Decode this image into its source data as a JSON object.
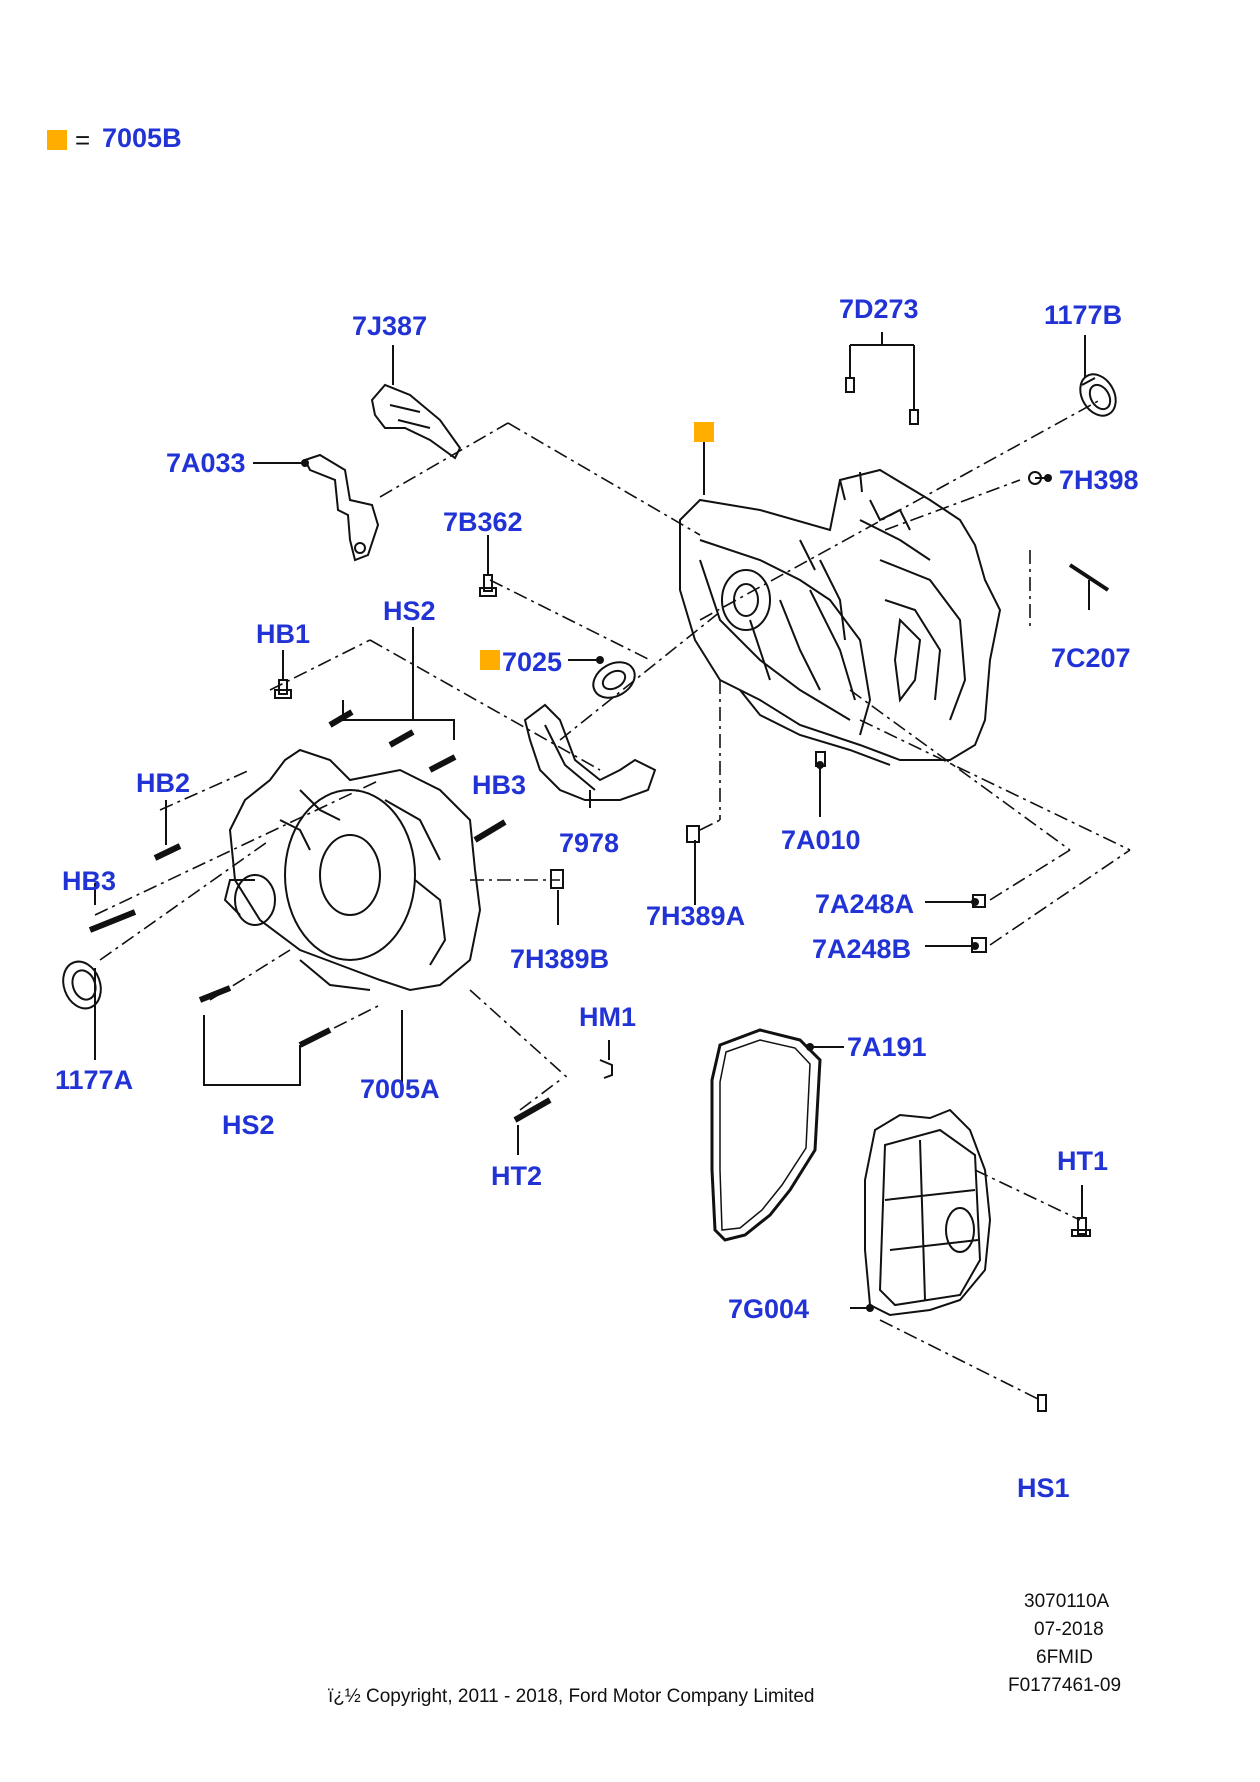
{
  "legend": {
    "marker_color": "#ffae00",
    "equals": "=",
    "part": "7005B"
  },
  "colors": {
    "label": "#2233d6",
    "line": "#111111"
  },
  "labels": {
    "l_7J387": "7J387",
    "l_7D273": "7D273",
    "l_1177B": "1177B",
    "l_7A033": "7A033",
    "l_7H398": "7H398",
    "l_7B362": "7B362",
    "l_HB1": "HB1",
    "l_HS2_top": "HS2",
    "l_7025": "7025",
    "l_7C207": "7C207",
    "l_HB2": "HB2",
    "l_HB3_right": "HB3",
    "l_7978": "7978",
    "l_7A010": "7A010",
    "l_HB3_left": "HB3",
    "l_7H389A": "7H389A",
    "l_7A248A": "7A248A",
    "l_7A248B": "7A248B",
    "l_7H389B": "7H389B",
    "l_HM1": "HM1",
    "l_1177A": "1177A",
    "l_7A191": "7A191",
    "l_7005A": "7005A",
    "l_HS2_bottom": "HS2",
    "l_HT2": "HT2",
    "l_HT1": "HT1",
    "l_7G004": "7G004",
    "l_HS1": "HS1"
  },
  "footer": {
    "id_lines": [
      "3070110A",
      "07-2018",
      "6FMID",
      "F0177461-09"
    ],
    "copyright": "ï¿½ Copyright, 2011 - 2018, Ford Motor Company Limited"
  }
}
